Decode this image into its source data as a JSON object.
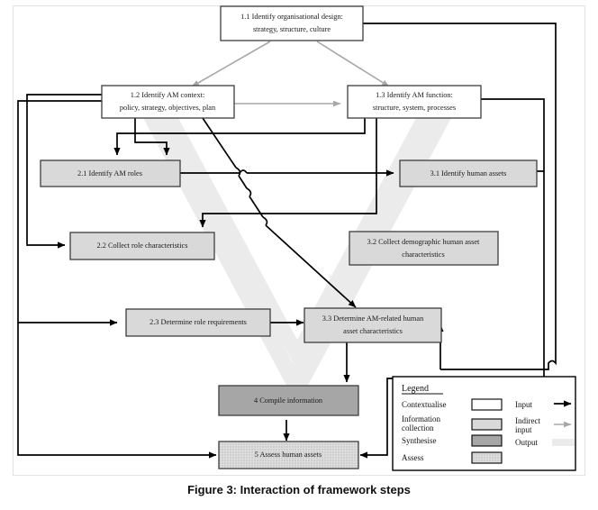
{
  "figure": {
    "caption": "Figure 3: Interaction of framework steps"
  },
  "nodes": [
    {
      "id": "n11",
      "label_line1": "1.1 Identify organisational design:",
      "label_line2": "strategy, structure, culture",
      "type": "contextualise"
    },
    {
      "id": "n12",
      "label_line1": "1.2 Identify AM context:",
      "label_line2": "policy, strategy, objectives, plan",
      "type": "contextualise"
    },
    {
      "id": "n13",
      "label_line1": "1.3 Identify AM function:",
      "label_line2": "structure, system, processes",
      "type": "contextualise"
    },
    {
      "id": "n21",
      "label_line1": "2.1 Identify AM roles",
      "label_line2": "",
      "type": "information-collection"
    },
    {
      "id": "n31",
      "label_line1": "3.1 Identify human assets",
      "label_line2": "",
      "type": "information-collection"
    },
    {
      "id": "n22",
      "label_line1": "2.2 Collect role characteristics",
      "label_line2": "",
      "type": "information-collection"
    },
    {
      "id": "n32",
      "label_line1": "3.2 Collect demographic human asset",
      "label_line2": "characteristics",
      "type": "information-collection"
    },
    {
      "id": "n23",
      "label_line1": "2.3 Determine role requirements",
      "label_line2": "",
      "type": "information-collection"
    },
    {
      "id": "n33",
      "label_line1": "3.3 Determine AM-related human",
      "label_line2": "asset characteristics",
      "type": "information-collection"
    },
    {
      "id": "n4",
      "label_line1": "4 Compile information",
      "label_line2": "",
      "type": "synthesise"
    },
    {
      "id": "n5",
      "label_line1": "5 Assess human assets",
      "label_line2": "",
      "type": "assess"
    }
  ],
  "legend": {
    "title": "Legend",
    "swatches": [
      {
        "label_line1": "Contextualise",
        "label_line2": "",
        "type": "contextualise"
      },
      {
        "label_line1": "Information",
        "label_line2": "collection",
        "type": "information-collection"
      },
      {
        "label_line1": "Synthesise",
        "label_line2": "",
        "type": "synthesise"
      },
      {
        "label_line1": "Assess",
        "label_line2": "",
        "type": "assess"
      }
    ],
    "arrows": [
      {
        "label_line1": "Input",
        "label_line2": "",
        "type": "input"
      },
      {
        "label_line1": "Indirect",
        "label_line2": "input",
        "type": "indirect-input"
      },
      {
        "label_line1": "Output",
        "label_line2": "",
        "type": "output"
      }
    ]
  },
  "colors": {
    "contextualise": "#ffffff",
    "information_collection": "#d9d9d9",
    "synthesise": "#a6a6a6",
    "assess": "#d4d4d4",
    "input_arrow": "#000000",
    "indirect_arrow": "#a8a8a8",
    "output_flow": "#ebebeb",
    "node_border": "#3d3d3d",
    "frame_border": "#e3e3e3"
  }
}
